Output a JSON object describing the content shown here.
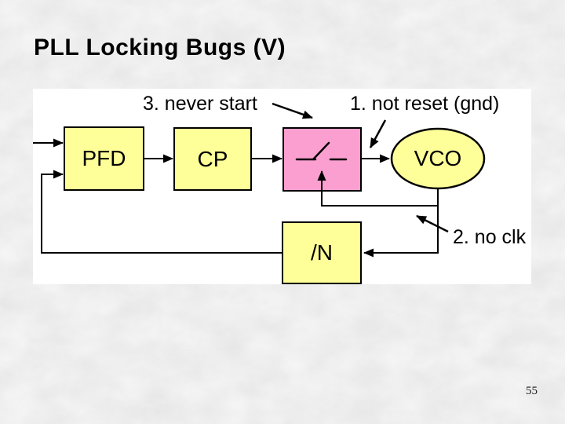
{
  "slide": {
    "title": "PLL Locking Bugs (V)",
    "page_number": "55"
  },
  "diagram": {
    "blocks": {
      "pfd": "PFD",
      "cp": "CP",
      "vco": "VCO",
      "divider": "/N"
    },
    "annotations": {
      "not_reset": "1. not reset (gnd)",
      "no_clk": "2. no clk",
      "never_start": "3. never start"
    },
    "icons": {
      "switch": "open-switch"
    }
  },
  "colors": {
    "block_yellow": "#FFFF99",
    "block_pink": "#FA9FD0",
    "wire": "#000000",
    "panel": "#FFFFFF"
  }
}
